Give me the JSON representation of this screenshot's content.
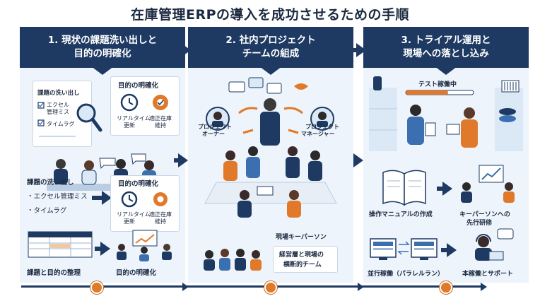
{
  "title": "在庫管理ERPの導入を成功させるための手順",
  "steps": [
    {
      "head_line1": "1. 現状の課題洗い出しと",
      "head_line2": "目的の明確化",
      "issue_card_title": "課題の洗い出し",
      "issue_card_item1": "エクセル",
      "issue_card_item1b": "管理ミス",
      "issue_card_item2": "タイムラグ",
      "goal_title_top": "目的の明確化",
      "goal_realtime": "リアルタイム",
      "goal_realtime_b": "更新",
      "goal_inventory": "適正在庫",
      "goal_inventory_b": "維持",
      "issue_list_title": "課題の洗い出し",
      "issue_list_item1": "・エクセル管理ミス",
      "issue_list_item2": "・タイムラグ",
      "goal_title_mid": "目的の明確化",
      "goal_realtime2": "リアルタイム",
      "goal_realtime2_b": "更新",
      "goal_inventory2": "適正在庫",
      "goal_inventory2_b": "維持",
      "bottom_left": "課題と目的の整理",
      "bottom_right": "目的の明確化"
    },
    {
      "head_line1": "2. 社内プロジェクト",
      "head_line2": "チームの組成",
      "owner_line1": "プロジェクト",
      "owner_line2": "オーナー",
      "manager_line1": "プロジェクト",
      "manager_line2": "マネージャー",
      "keyperson": "現場キーパーソン",
      "cross_line1": "経営層と現場の",
      "cross_line2": "横断的チーム"
    },
    {
      "head_line1": "3. トライアル運用と",
      "head_line2": "現場への落とし込み",
      "test_label": "テスト稼働中",
      "manual": "操作マニュアルの作成",
      "keyperson_line1": "キーパーソンへの",
      "keyperson_line2": "先行研修",
      "parallel": "並行稼働（パラレルラン）",
      "golive": "本稼働とサポート"
    }
  ],
  "colors": {
    "navy": "#1e3a63",
    "orange": "#e07a2a",
    "panel_bg": "#eef4fb",
    "accent_blue": "#3b6fb0"
  }
}
